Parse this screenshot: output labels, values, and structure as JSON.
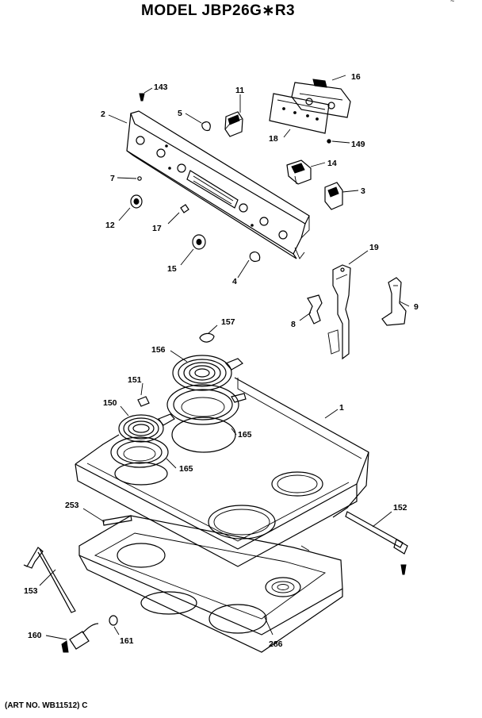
{
  "title": "MODEL JBP26G∗R3",
  "art_number": "(ART NO. WB11512) C",
  "corner_mark": "~",
  "callouts": {
    "c143": "143",
    "c11": "11",
    "c16": "16",
    "c2": "2",
    "c5": "5",
    "c18": "18",
    "c149": "149",
    "c14": "14",
    "c7": "7",
    "c3": "3",
    "c12": "12",
    "c17": "17",
    "c15": "15",
    "c4": "4",
    "c19": "19",
    "c9": "9",
    "c8": "8",
    "c157": "157",
    "c156": "156",
    "c151": "151",
    "c1": "1",
    "c150": "150",
    "c165a": "165",
    "c165b": "165",
    "c253": "253",
    "c152": "152",
    "c153": "153",
    "c160": "160",
    "c161": "161",
    "c286": "286"
  }
}
